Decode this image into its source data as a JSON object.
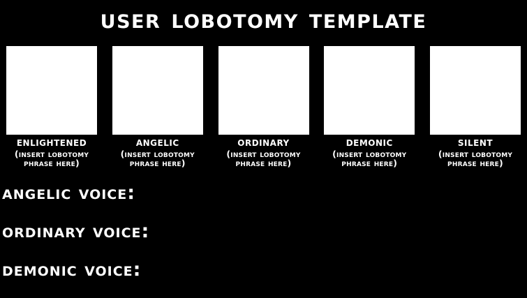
{
  "meme": {
    "title": "User Lobotomy Template",
    "background_color": "#000000",
    "text_color": "#ffffff",
    "panel_fill_color": "#ffffff",
    "panels": [
      {
        "label": "Enlightened",
        "caption": "(Insert lobotomy phrase here)",
        "image_placeholder": ""
      },
      {
        "label": "Angelic",
        "caption": "(Insert lobotomy phrase here)",
        "image_placeholder": ""
      },
      {
        "label": "Ordinary",
        "caption": "(Insert lobotomy phrase here)",
        "image_placeholder": ""
      },
      {
        "label": "Demonic",
        "caption": "(Insert lobotomy phrase here)",
        "image_placeholder": ""
      },
      {
        "label": "Silent",
        "caption": "(Insert lobotomy phrase here)",
        "image_placeholder": ""
      }
    ],
    "voice_lines": [
      {
        "label": "Angelic Voice:"
      },
      {
        "label": "Ordinary Voice:"
      },
      {
        "label": "Demonic Voice:"
      }
    ]
  }
}
